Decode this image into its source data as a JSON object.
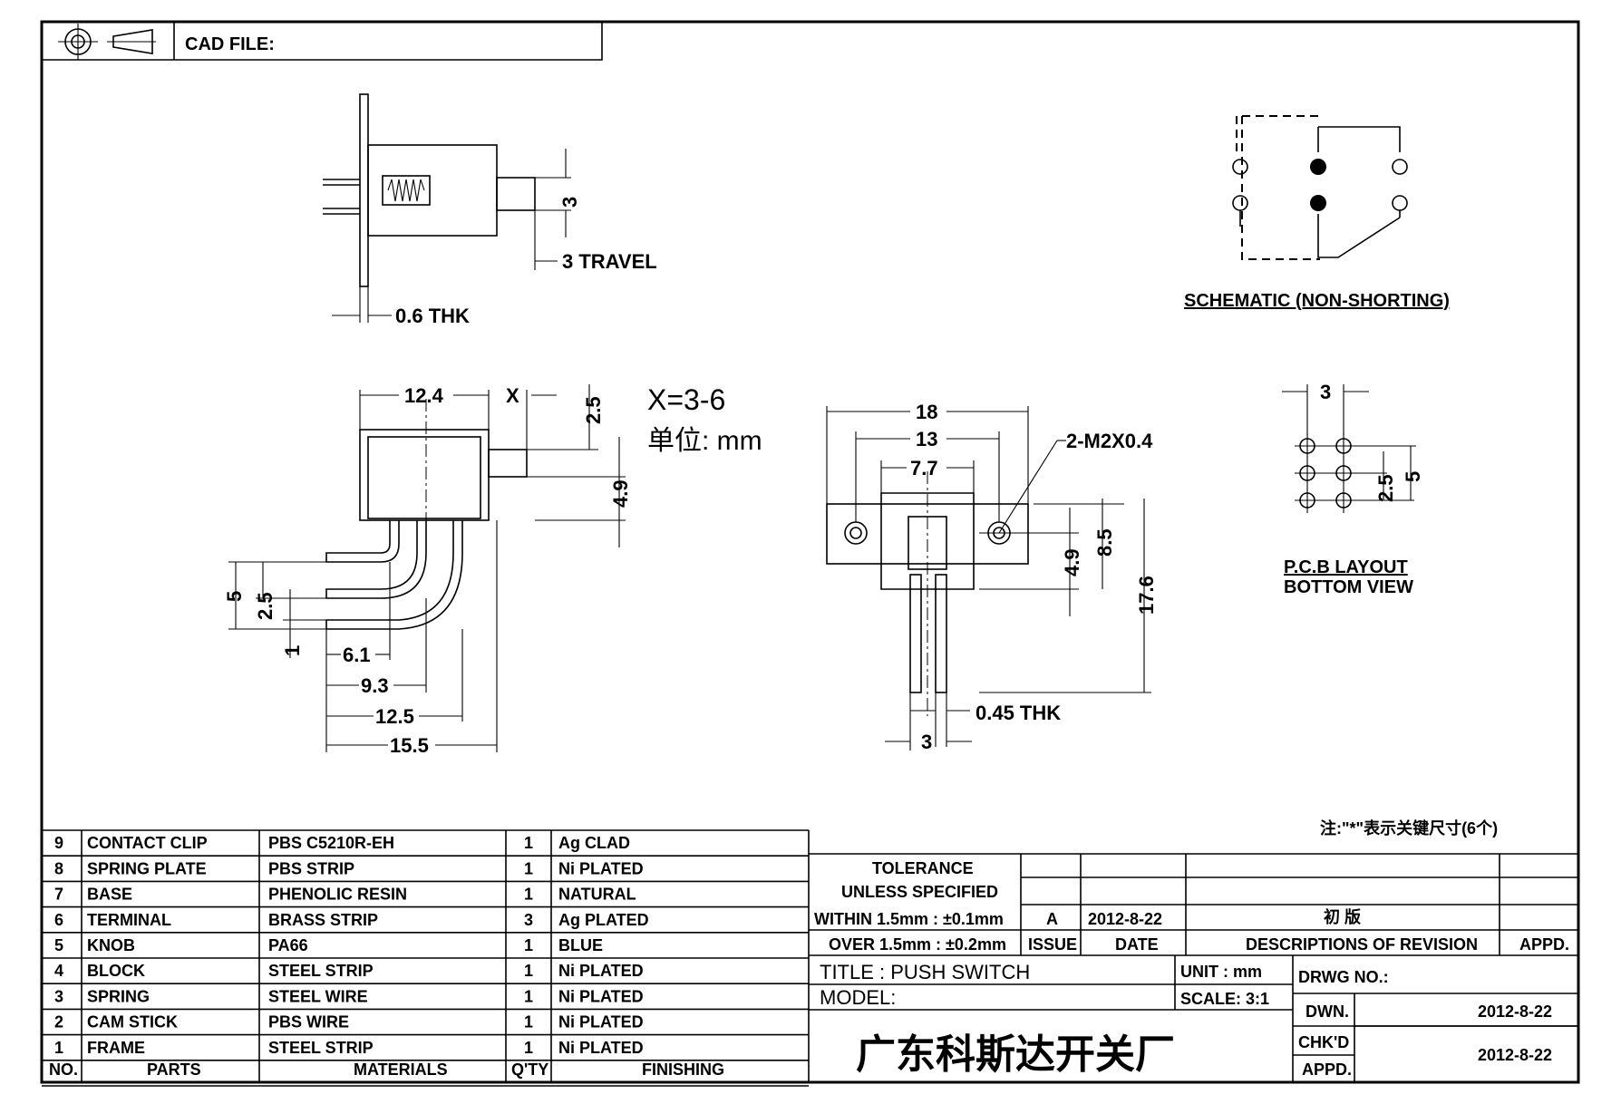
{
  "header": {
    "cad_file_label": "CAD FILE:"
  },
  "side_view": {
    "dim_height": "3",
    "dim_travel": "3 TRAVEL",
    "dim_thickness": "0.6 THK"
  },
  "schematic": {
    "caption": "SCHEMATIC (NON-SHORTING)"
  },
  "front_view": {
    "dim_12_4": "12.4",
    "dim_x": "X",
    "dim_2_5": "2.5",
    "dim_4_9": "4.9",
    "dim_5": "5",
    "dim_2_5b": "2.5",
    "dim_1": "1",
    "dim_6_1": "6.1",
    "dim_9_3": "9.3",
    "dim_12_5": "12.5",
    "dim_15_5": "15.5"
  },
  "note_x": "X=3-6",
  "note_unit": "单位: mm",
  "end_view": {
    "dim_18": "18",
    "dim_13": "13",
    "dim_7_7": "7.7",
    "dim_screw": "2-M2X0.4",
    "dim_4_9": "4.9",
    "dim_8_5": "8.5",
    "dim_17_6": "17.6",
    "dim_thk": "0.45 THK",
    "dim_3": "3"
  },
  "pcb_layout": {
    "dim_3": "3",
    "dim_2_5": "2.5",
    "dim_5": "5",
    "caption_1": "P.C.B LAYOUT",
    "caption_2": "BOTTOM VIEW"
  },
  "key_note": "注:\"*\"表示关键尺寸(6个)",
  "parts_table": {
    "header": {
      "no": "NO.",
      "parts": "PARTS",
      "materials": "MATERIALS",
      "qty": "Q'TY",
      "finishing": "FINISHING"
    },
    "rows": [
      {
        "no": "9",
        "part": "CONTACT CLIP",
        "material": "PBS C5210R-EH",
        "qty": "1",
        "finish": "Ag CLAD"
      },
      {
        "no": "8",
        "part": "SPRING PLATE",
        "material": "PBS STRIP",
        "qty": "1",
        "finish": "Ni PLATED"
      },
      {
        "no": "7",
        "part": "BASE",
        "material": "PHENOLIC RESIN",
        "qty": "1",
        "finish": "NATURAL"
      },
      {
        "no": "6",
        "part": "TERMINAL",
        "material": "BRASS STRIP",
        "qty": "3",
        "finish": "Ag PLATED"
      },
      {
        "no": "5",
        "part": "KNOB",
        "material": "PA66",
        "qty": "1",
        "finish": "BLUE"
      },
      {
        "no": "4",
        "part": "BLOCK",
        "material": "STEEL STRIP",
        "qty": "1",
        "finish": "Ni PLATED"
      },
      {
        "no": "3",
        "part": "SPRING",
        "material": "STEEL WIRE",
        "qty": "1",
        "finish": "Ni PLATED"
      },
      {
        "no": "2",
        "part": "CAM STICK",
        "material": "PBS WIRE",
        "qty": "1",
        "finish": "Ni PLATED"
      },
      {
        "no": "1",
        "part": "FRAME",
        "material": "STEEL STRIP",
        "qty": "1",
        "finish": "Ni PLATED"
      }
    ]
  },
  "title_block": {
    "tolerance": "TOLERANCE",
    "unless": "UNLESS   SPECIFIED",
    "within": "WITHIN 1.5mm : ±0.1mm",
    "over": "OVER 1.5mm : ±0.2mm",
    "rev_issue": "A",
    "rev_date": "2012-8-22",
    "rev_desc": "初 版",
    "col_issue": "ISSUE",
    "col_date": "DATE",
    "col_desc": "DESCRIPTIONS OF REVISION",
    "col_appd": "APPD.",
    "title": "TITLE : PUSH SWITCH",
    "unit": "UNIT :   mm",
    "drwg_no": "DRWG NO.:",
    "model": "MODEL:",
    "scale": "SCALE:  3:1",
    "company": "广东科斯达开关厂",
    "dwn": "DWN.",
    "dwn_date": "2012-8-22",
    "chkd": "CHK'D",
    "appd": "APPD.",
    "chk_date": "2012-8-22"
  }
}
